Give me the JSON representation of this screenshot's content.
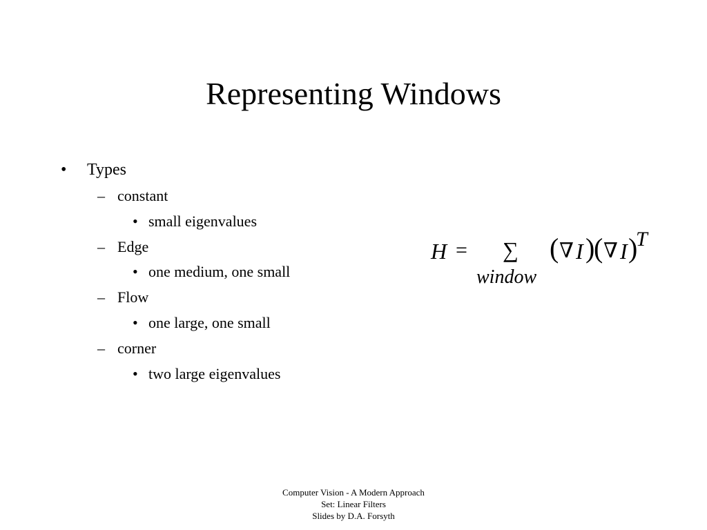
{
  "slide": {
    "title": "Representing Windows",
    "bullets": {
      "types": "Types",
      "constant": "constant",
      "constant_detail": "small eigenvalues",
      "edge": "Edge",
      "edge_detail": "one medium, one small",
      "flow": "Flow",
      "flow_detail": "one large, one small",
      "corner": "corner",
      "corner_detail": "two large eigenvalues"
    },
    "markers": {
      "level1": "•",
      "level2": "–",
      "level3": "•"
    },
    "formula": {
      "lhs": "H",
      "equals": "=",
      "sum": "∑",
      "subscript": "window",
      "open_paren_1": "(",
      "nabla_1": "∇",
      "var_1": "I",
      "close_paren_1": ")",
      "open_paren_2": "(",
      "nabla_2": "∇",
      "var_2": "I",
      "close_paren_2": ")",
      "superscript": "T"
    },
    "footer": {
      "line1": "Computer Vision - A Modern Approach",
      "line2": "Set:  Linear Filters",
      "line3": "Slides by D.A. Forsyth"
    }
  }
}
